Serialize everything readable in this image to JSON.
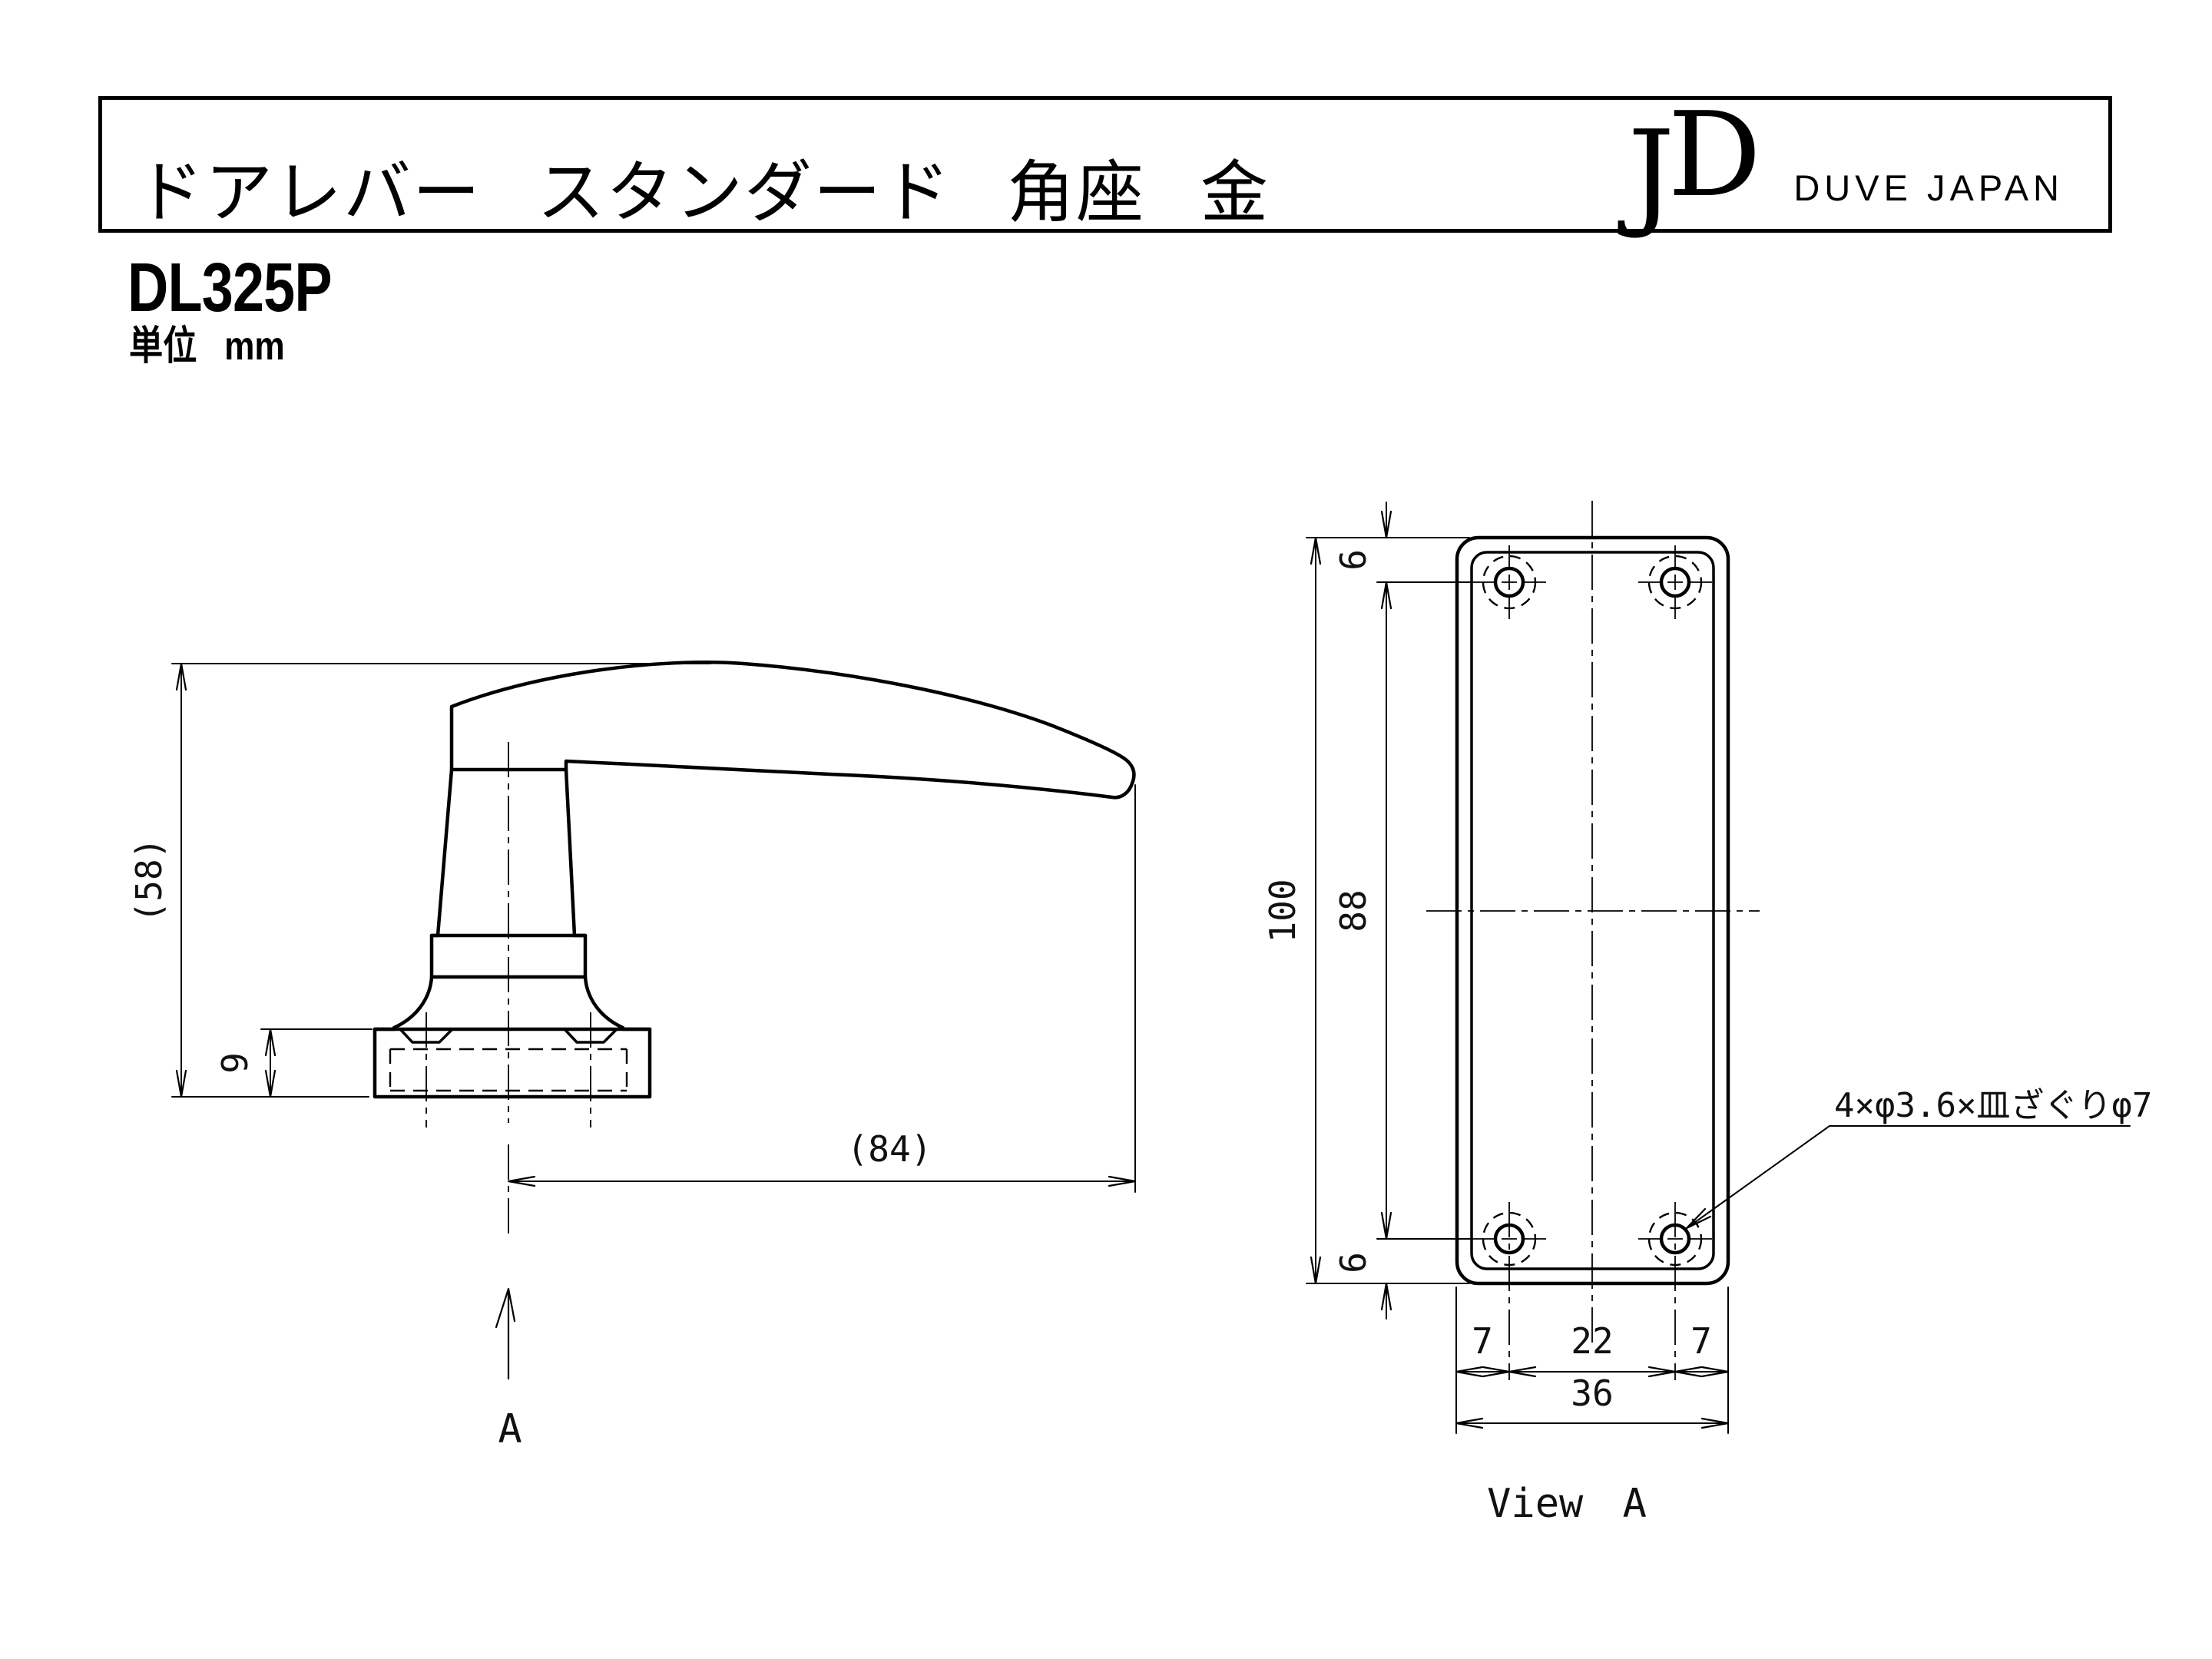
{
  "header": {
    "title": "ドアレバー スタンダード 角座 金",
    "logo": {
      "j": "J",
      "d": "D",
      "wordmark": "DUVE JAPAN"
    }
  },
  "meta": {
    "model": "DL325P",
    "unit_label": "単位",
    "unit_value": "mm"
  },
  "side_view": {
    "dim_height": "(58)",
    "dim_base_thickness": "9",
    "dim_length": "(84)",
    "section_label": "A"
  },
  "front_view": {
    "dim_total_height": "100",
    "dim_hole_spacing_v": "88",
    "dim_edge_top": "6",
    "dim_edge_bottom": "6",
    "dim_edge_left": "7",
    "dim_hole_spacing_h": "22",
    "dim_edge_right": "7",
    "dim_width": "36",
    "hole_note": "4×φ3.6×皿ざぐりφ7",
    "view_label": "View A"
  }
}
